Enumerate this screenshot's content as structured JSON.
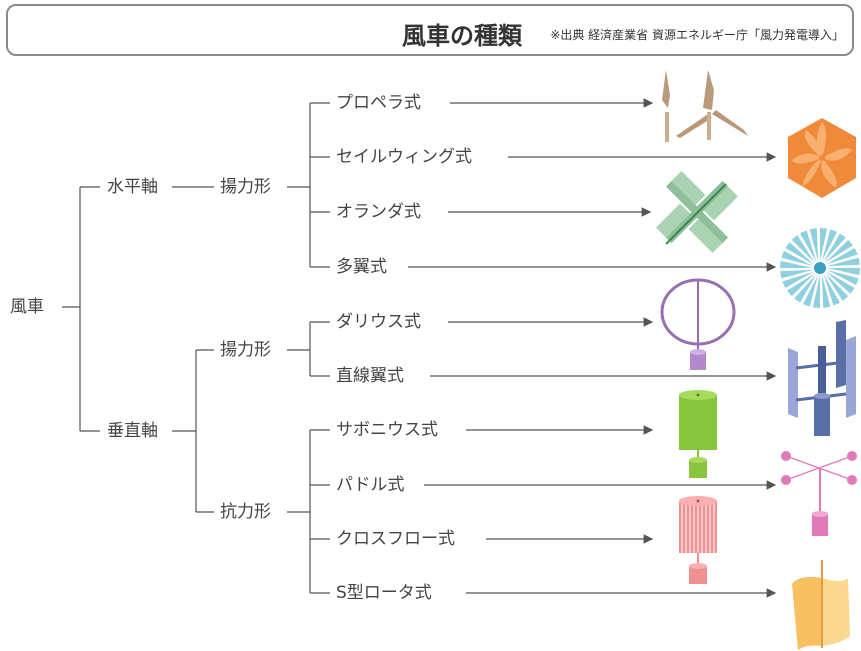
{
  "header": {
    "title": "風車の種類",
    "source": "※出典 経済産業省 資源エネルギー庁「風力発電導入」"
  },
  "tree": {
    "root": "風車",
    "horizontal_axis": "水平軸",
    "vertical_axis": "垂直軸",
    "lift_type_h": "揚力形",
    "lift_type_v": "揚力形",
    "drag_type_v": "抗力形",
    "types": {
      "propeller": "プロペラ式",
      "sailwing": "セイルウィング式",
      "dutch": "オランダ式",
      "multiblade": "多翼式",
      "darrieus": "ダリウス式",
      "straight_wing": "直線翼式",
      "savonius": "サボニウス式",
      "paddle": "パドル式",
      "crossflow": "クロスフロー式",
      "s_rotor": "S型ロータ式"
    }
  },
  "colors": {
    "line": "#555555",
    "propeller": "#b8997a",
    "sailwing": "#f08a3a",
    "dutch": "#8fbf9a",
    "multiblade": "#8fd0e0",
    "darrieus": "#9a6fb0",
    "straight_wing": "#5a6ea8",
    "savonius": "#88c43c",
    "paddle": "#e07ab8",
    "crossflow": "#f09090",
    "s_rotor": "#f8c060"
  }
}
